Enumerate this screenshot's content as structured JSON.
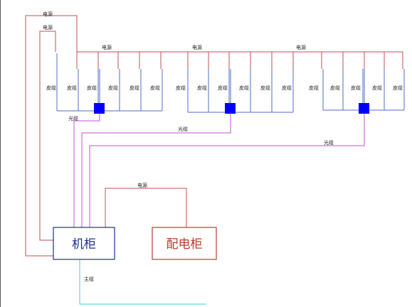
{
  "labels": {
    "power": "电源",
    "skin_cable": "皮缆",
    "optical_cable": "光缆",
    "trunk_cable": "主缆"
  },
  "boxes": {
    "cabinet": "机柜",
    "distribution_cabinet": "配电柜"
  },
  "colors": {
    "power_line": "#c0504d",
    "skin_cable_line": "#4f6fc9",
    "optical_line": "#c64fd6",
    "trunk_line": "#4fc7e0",
    "node": "#0000ff",
    "cabinet_border": "#1f2f8f",
    "cabinet_text": "#1f2f8f",
    "distribution_border": "#c0392b",
    "distribution_text": "#c0392b"
  }
}
